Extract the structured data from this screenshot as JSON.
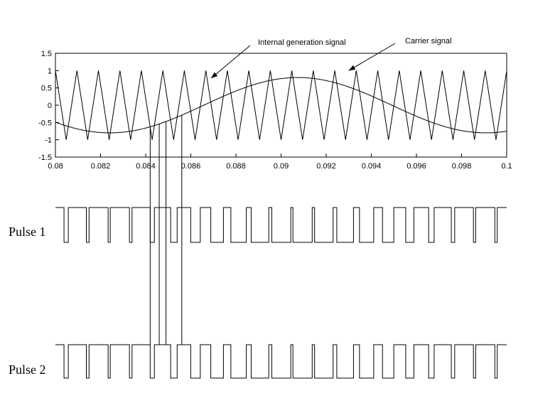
{
  "chart_data": {
    "type": "line",
    "xlim": [
      0.08,
      0.1
    ],
    "ylim": [
      -1.5,
      1.5
    ],
    "x_ticks": [
      "0.08",
      "0.082",
      "0.084",
      "0.086",
      "0.088",
      "0.09",
      "0.092",
      "0.094",
      "0.096",
      "0.098",
      "0.1"
    ],
    "y_ticks": [
      "1.5",
      "1",
      "0.5",
      "0",
      "-0.5",
      "-1",
      "-1.5"
    ],
    "grid": false,
    "series": [
      {
        "name": "Carrier signal",
        "kind": "triangle",
        "amplitude": 1,
        "period": 0.0009524,
        "peak_at": 0.08,
        "color": "#000000"
      },
      {
        "name": "Internal generation signal",
        "kind": "sine",
        "amplitude": 0.8,
        "frequency_hz": 60,
        "phase_deg": -70,
        "color": "#000000"
      }
    ],
    "annotations": [
      {
        "text": "Internal generation signal",
        "points_to": [
          0.0869,
          0.78
        ]
      },
      {
        "text": "Carrier signal",
        "points_to": [
          0.093,
          1.0
        ]
      }
    ],
    "guide_lines_x": [
      0.0842,
      0.0846,
      0.0849,
      0.0856
    ],
    "pulse_trains": [
      {
        "label": "Pulse 1",
        "polarity": "high_when_reference_below_carrier"
      },
      {
        "label": "Pulse 2",
        "polarity": "high_when_reference_below_carrier"
      }
    ]
  }
}
